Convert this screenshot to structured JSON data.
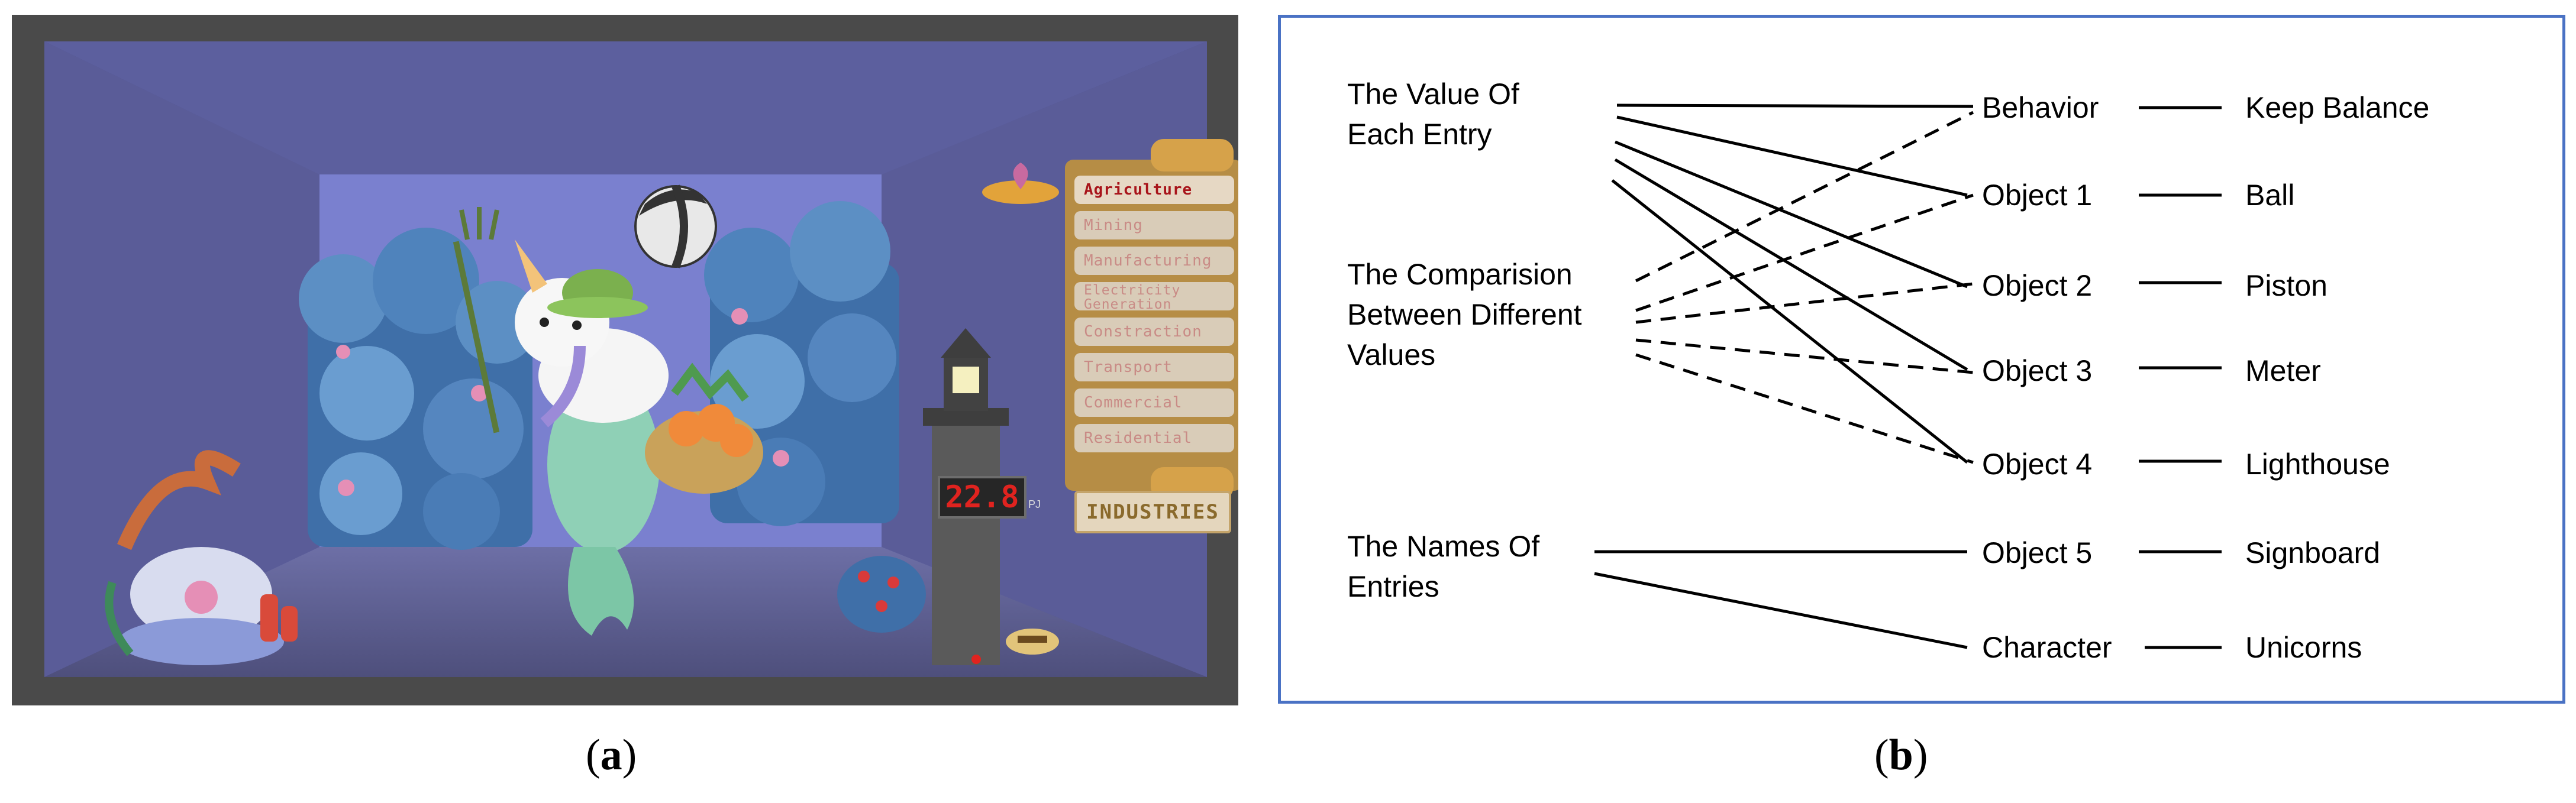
{
  "panel_a": {
    "sidebar": {
      "items": [
        {
          "label": "Agriculture",
          "active": true
        },
        {
          "label": "Mining",
          "active": false
        },
        {
          "label": "Manufacturing",
          "active": false
        },
        {
          "label": "Electricity Generation",
          "active": false
        },
        {
          "label": "Constraction",
          "active": false
        },
        {
          "label": "Transport",
          "active": false
        },
        {
          "label": "Commercial",
          "active": false
        },
        {
          "label": "Residential",
          "active": false
        }
      ],
      "footer_label": "INDUSTRIES"
    },
    "meter": {
      "value": "22.8",
      "unit": "PJ"
    },
    "caption": {
      "open": "(",
      "letter": "a",
      "close": ")"
    }
  },
  "panel_b": {
    "left_labels": {
      "value_of_entry": [
        "The Value Of",
        "Each Entry"
      ],
      "comparison": [
        "The Comparision",
        "Between Different",
        "Values"
      ],
      "names_of_entries": [
        "The Names Of",
        "Entries"
      ]
    },
    "middle_labels": [
      "Behavior",
      "Object 1",
      "Object 2",
      "Object 3",
      "Object 4",
      "Object 5",
      "Character"
    ],
    "right_labels": [
      "Keep Balance",
      "Ball",
      "Piston",
      "Meter",
      "Lighthouse",
      "Signboard",
      "Unicorns"
    ],
    "caption": {
      "open": "(",
      "letter": "b",
      "close": ")"
    }
  }
}
